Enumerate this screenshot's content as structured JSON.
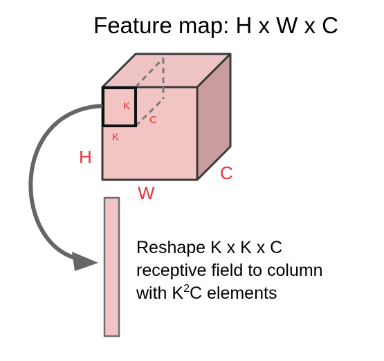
{
  "title": "Feature map: H x W x C",
  "cube": {
    "height_label": "H",
    "width_label": "W",
    "depth_label": "C",
    "colors": {
      "front": "#f2c4c4",
      "top": "#eec3c3",
      "side": "#c99c9d",
      "label": "#e8303a"
    }
  },
  "receptive_field": {
    "top_label": "K",
    "side_label": "K",
    "depth_label": "C"
  },
  "column": {
    "color": "#f2c4c4"
  },
  "caption": {
    "line1": "Reshape K x K x C",
    "line2_prefix": "receptive field to column",
    "line3_prefix": "with K",
    "line3_sup": "2",
    "line3_suffix": "C elements"
  }
}
